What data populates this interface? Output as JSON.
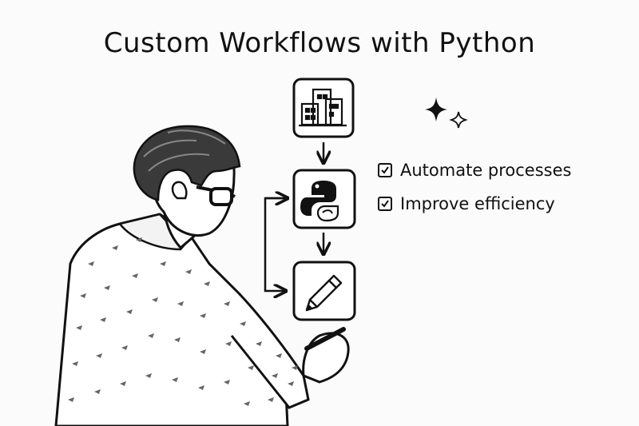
{
  "title": "Custom Workflows with Python",
  "checklist": [
    {
      "label": "Automate processes",
      "checked": true
    },
    {
      "label": "Improve efficiency",
      "checked": true
    }
  ],
  "flow_steps": [
    {
      "icon": "buildings-icon"
    },
    {
      "icon": "python-logo-icon"
    },
    {
      "icon": "pencil-icon"
    }
  ],
  "colors": {
    "ink": "#111111",
    "background": "#fbfbfb",
    "card": "#ffffff"
  }
}
